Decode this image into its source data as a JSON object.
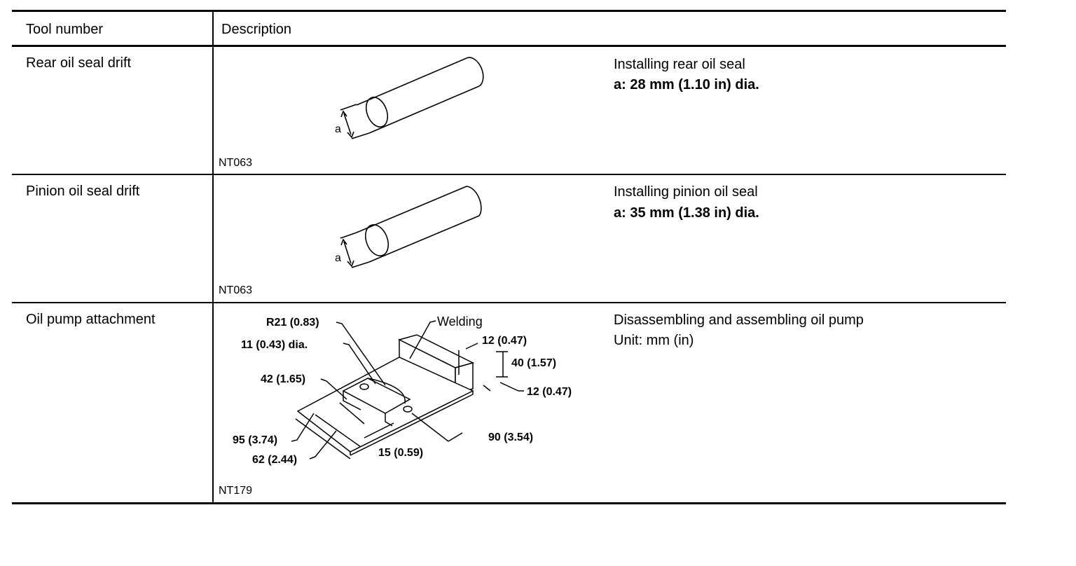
{
  "table": {
    "headers": {
      "tool_number": "Tool number",
      "description": "Description"
    },
    "rows": [
      {
        "tool": "Rear oil seal drift",
        "code": "NT063",
        "use": "Installing rear oil seal",
        "spec": "a: 28 mm (1.10 in) dia.",
        "dim_label": "a"
      },
      {
        "tool": "Pinion oil seal drift",
        "code": "NT063",
        "use": "Installing pinion oil seal",
        "spec": "a: 35 mm (1.38 in) dia.",
        "dim_label": "a"
      },
      {
        "tool": "Oil pump attachment",
        "code": "NT179",
        "use": "Disassembling and assembling oil pump",
        "spec": "Unit: mm (in)",
        "labels": {
          "r21": "R21 (0.83)",
          "hole": "11 (0.43) dia.",
          "l42": "42 (1.65)",
          "l95": "95 (3.74)",
          "l62": "62 (2.44)",
          "l15": "15 (0.59)",
          "l90": "90 (3.54)",
          "l12a": "12 (0.47)",
          "l40": "40 (1.57)",
          "l12b": "12 (0.47)",
          "welding": "Welding"
        }
      }
    ]
  }
}
